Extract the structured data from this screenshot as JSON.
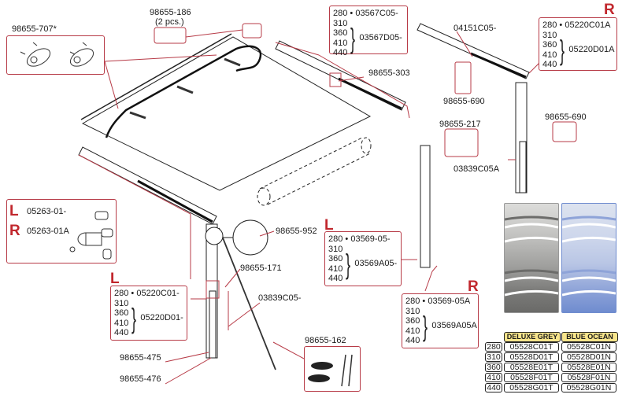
{
  "diagram": {
    "title": "Awning spare parts exploded view",
    "accent_color": "#b73b47",
    "side_color": "#c1272d"
  },
  "labels": {
    "p707": "98655-707*",
    "p186": "98655-186",
    "p186_qty": "(2 pcs.)",
    "p303": "98655-303",
    "p04151": "04151C05-",
    "p690a": "98655-690",
    "p690b": "98655-690",
    "p217": "98655-217",
    "p03839A": "03839C05A",
    "p952": "98655-952",
    "p171": "98655-171",
    "p03839": "03839C05-",
    "p162": "98655-162",
    "p475": "98655-475",
    "p476": "98655-476"
  },
  "endcap_box": {
    "L_side": "L",
    "L_part": "05263-01-",
    "R_side": "R",
    "R_part": "05263-01A"
  },
  "spec_boxes": [
    {
      "side": "",
      "first_size": "280",
      "first_part": "03567C05-",
      "sizes": [
        "310",
        "360",
        "410",
        "440"
      ],
      "group_part": "03567D05-"
    },
    {
      "side": "R",
      "first_size": "280",
      "first_part": "05220C01A",
      "sizes": [
        "310",
        "360",
        "410",
        "440"
      ],
      "group_part": "05220D01A"
    },
    {
      "side": "L",
      "first_size": "280",
      "first_part": "03569-05-",
      "sizes": [
        "310",
        "360",
        "410",
        "440"
      ],
      "group_part": "03569A05-"
    },
    {
      "side": "R",
      "first_size": "280",
      "first_part": "03569-05A",
      "sizes": [
        "310",
        "360",
        "410",
        "440"
      ],
      "group_part": "03569A05A"
    },
    {
      "side": "L",
      "first_size": "280",
      "first_part": "05220C01-",
      "sizes": [
        "310",
        "360",
        "410",
        "440"
      ],
      "group_part": "05220D01-"
    }
  ],
  "fabric_table": {
    "columns": [
      "DELUXE GREY",
      "BLUE OCEAN"
    ],
    "rows": [
      {
        "size": "280",
        "grey": "05528C01T",
        "blue": "05528C01N"
      },
      {
        "size": "310",
        "grey": "05528D01T",
        "blue": "05528D01N"
      },
      {
        "size": "360",
        "grey": "05528E01T",
        "blue": "05528E01N"
      },
      {
        "size": "410",
        "grey": "05528F01T",
        "blue": "05528F01N"
      },
      {
        "size": "440",
        "grey": "05528G01T",
        "blue": "05528G01N"
      }
    ],
    "swatch_colors": {
      "grey_light": "#d6d6d4",
      "grey_dark": "#6a6a68",
      "blue_light": "#d3dcef",
      "blue_dark": "#6f8ccf"
    }
  }
}
